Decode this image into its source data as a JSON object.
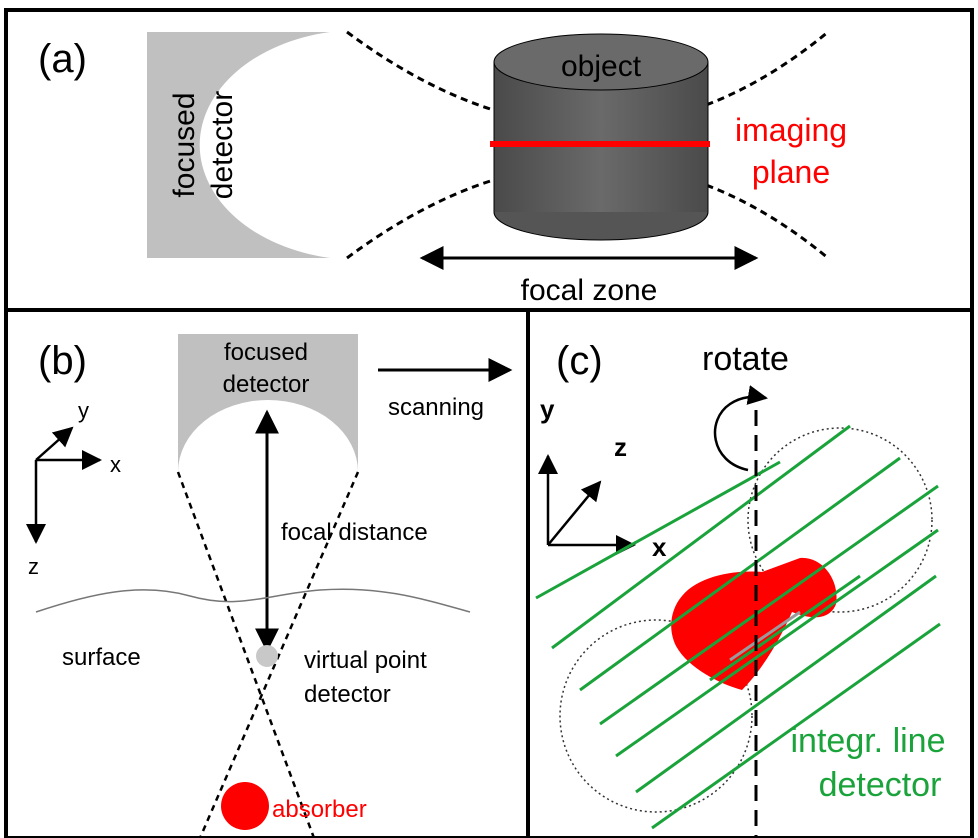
{
  "panel_a": {
    "label": "(a)",
    "detector_label_line1": "focused",
    "detector_label_line2": "detector",
    "object_label": "object",
    "imaging_plane_line1": "imaging",
    "imaging_plane_line2": "plane",
    "focal_zone_label": "focal zone"
  },
  "panel_b": {
    "label": "(b)",
    "detector_label_line1": "focused",
    "detector_label_line2": "detector",
    "scanning_label": "scanning",
    "axis_y": "y",
    "axis_x": "x",
    "axis_z": "z",
    "focal_distance_label": "focal distance",
    "surface_label": "surface",
    "virtual_point_line1": "virtual point",
    "virtual_point_line2": "detector",
    "absorber_label": "absorber"
  },
  "panel_c": {
    "label": "(c)",
    "rotate_label": "rotate",
    "axis_y": "y",
    "axis_z": "z",
    "axis_x": "x",
    "detector_line1": "integr. line",
    "detector_line2": "detector"
  },
  "colors": {
    "red": "#ff0000",
    "green": "#1aa33a",
    "gray_detector": "#c0c0c0",
    "object_dark": "#5a5a5a"
  }
}
